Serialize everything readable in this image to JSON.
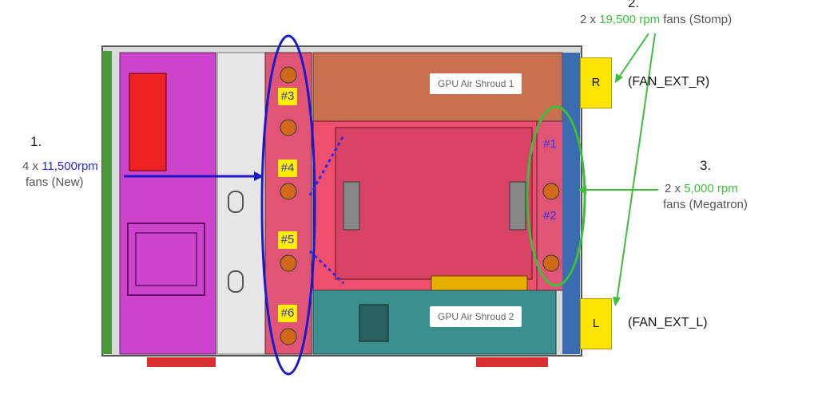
{
  "callouts": {
    "c1": {
      "num": "1.",
      "line1_prefix": "4 x ",
      "line1_speed": "11,500rpm",
      "line2": "fans (New)"
    },
    "c2": {
      "num": "2.",
      "prefix": "2 x ",
      "speed": "19,500 rpm",
      "suffix": " fans (Stomp)"
    },
    "c3": {
      "num": "3.",
      "prefix": "2 x ",
      "speed": "5,000 rpm",
      "line2": "fans (Megatron)"
    }
  },
  "tags": {
    "ext_r": "(FAN_EXT_R)",
    "ext_l": "(FAN_EXT_L)"
  },
  "boxes": {
    "r": "R",
    "l": "L"
  },
  "shrouds": {
    "s1": "GPU Air Shroud 1",
    "s2": "GPU Air Shroud 2"
  },
  "fans": {
    "f1": "#1",
    "f2": "#2",
    "f3": "#3",
    "f4": "#4",
    "f5": "#5",
    "f6": "#6"
  },
  "colors": {
    "blue_highlight": "#2a2ae0",
    "green_highlight": "#3cbf3c",
    "fan_label_bg": "#ffee00"
  },
  "icons": [
    "fan-icon",
    "arrow-icon"
  ]
}
